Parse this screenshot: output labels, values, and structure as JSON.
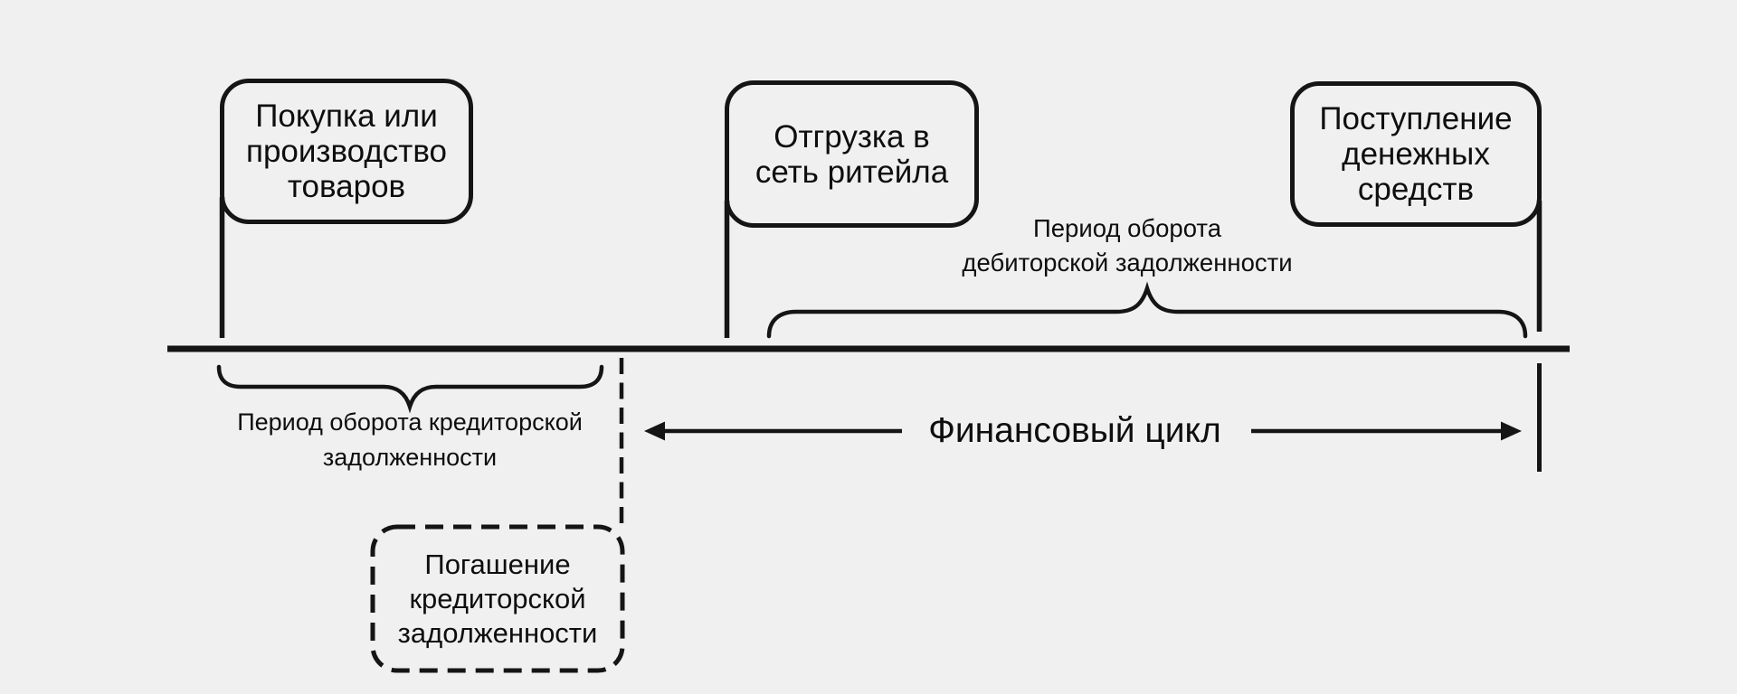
{
  "colors": {
    "background": "#f0f0f0",
    "ink": "#151515"
  },
  "diagram": {
    "boxes": {
      "purchase": "Покупка или\nпроизводство\nтоваров",
      "shipment": "Отгрузка в\nсеть ритейла",
      "cash_receipt": "Поступление\nденежных\nсредств",
      "repayment": "Погашение\nкредиторской\nзадолженности"
    },
    "labels": {
      "receivable_period": "Период оборота\nдебиторской задолженности",
      "payable_period": "Период оборота кредиторской\nзадолженности",
      "financial_cycle": "Финансовый цикл"
    }
  }
}
